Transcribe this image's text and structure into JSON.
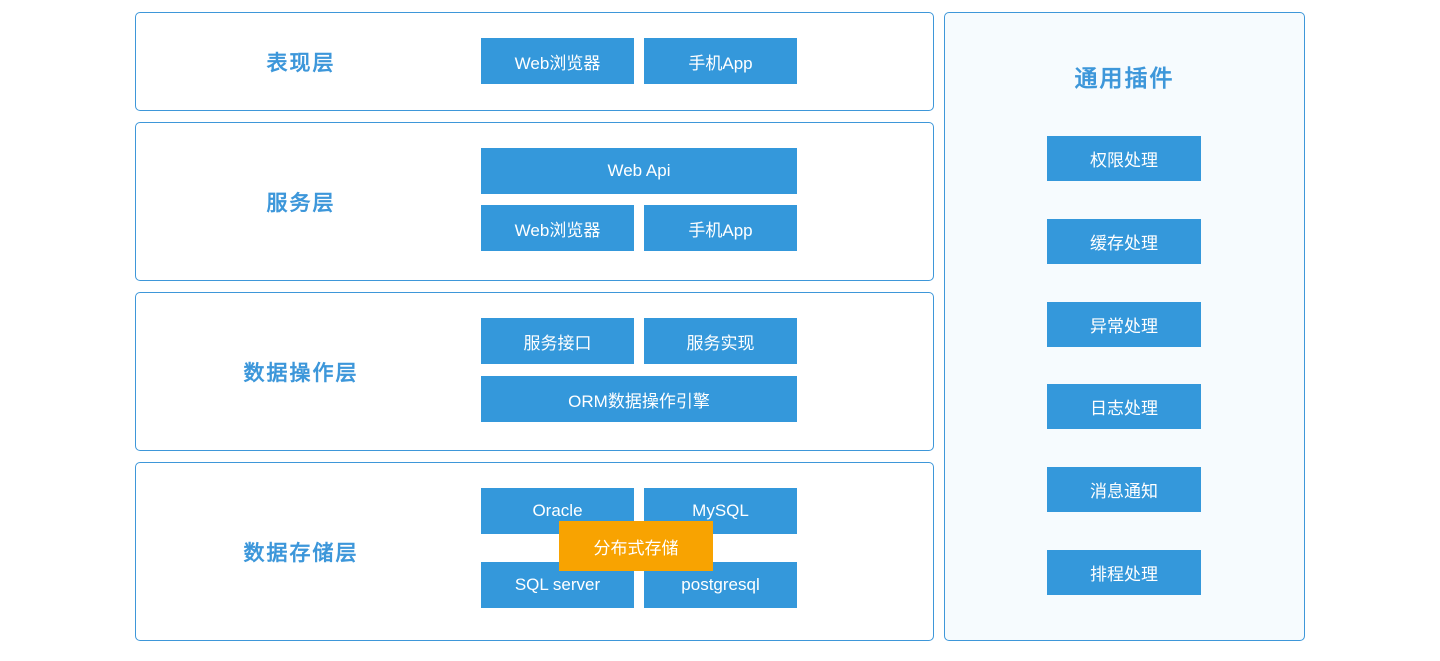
{
  "colors": {
    "box_blue": "#3498db",
    "border_blue": "#3e97d9",
    "title_blue": "#3d97da",
    "accent_orange": "#f8a301",
    "panel_bg": "#f6fbfe",
    "node_text": "#ffffff",
    "page_bg": "#ffffff"
  },
  "layers": [
    {
      "title": "表现层",
      "items": [
        {
          "label": "Web浏览器"
        },
        {
          "label": "手机App"
        }
      ]
    },
    {
      "title": "服务层",
      "items": [
        {
          "label": "Web Api"
        },
        {
          "label": "Web浏览器"
        },
        {
          "label": "手机App"
        }
      ]
    },
    {
      "title": "数据操作层",
      "items": [
        {
          "label": "服务接口"
        },
        {
          "label": "服务实现"
        },
        {
          "label": "ORM数据操作引擎"
        }
      ]
    },
    {
      "title": "数据存储层",
      "items": [
        {
          "label": "Oracle"
        },
        {
          "label": "MySQL"
        },
        {
          "label": "SQL server"
        },
        {
          "label": "postgresql"
        },
        {
          "label": "分布式存储"
        }
      ]
    }
  ],
  "plugins": {
    "title": "通用插件",
    "items": [
      {
        "label": "权限处理"
      },
      {
        "label": "缓存处理"
      },
      {
        "label": "异常处理"
      },
      {
        "label": "日志处理"
      },
      {
        "label": "消息通知"
      },
      {
        "label": "排程处理"
      }
    ]
  }
}
